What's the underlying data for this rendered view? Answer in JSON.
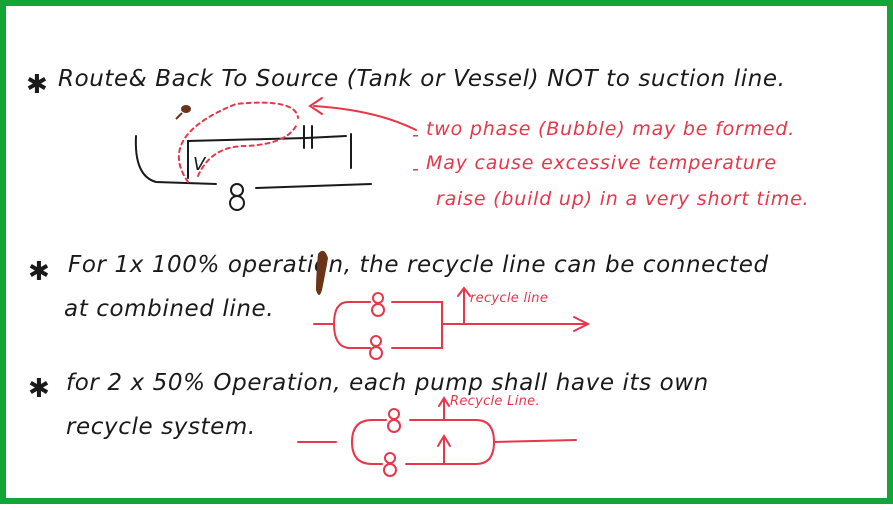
{
  "section1": {
    "bullet": "✱",
    "title": "Route& Back To Source (Tank or Vessel) NOT to suction line.",
    "notes": [
      "two phase (Bubble) may be formed.",
      "May cause excessive temperature",
      "raise (build up) in a very short time."
    ],
    "note_marker": "-",
    "valve_label": "V"
  },
  "section2": {
    "bullet": "✱",
    "text_line1": "For 1x 100% operation, the recycle line can be connected",
    "text_line2": "at combined line.",
    "recycle_label": "recycle line"
  },
  "section3": {
    "bullet": "✱",
    "text_line1": "for 2 x 50% Operation, each pump shall have its own",
    "text_line2": "recycle system.",
    "recycle_label": "Recycle Line."
  },
  "colors": {
    "border": "#13a538",
    "ink": "#1a1a1a",
    "red_ink": "#e8364a",
    "smudge": "#6b3418"
  },
  "icons": [
    "pump-symbol",
    "valve-symbol",
    "arrow-right",
    "arrow-up"
  ]
}
